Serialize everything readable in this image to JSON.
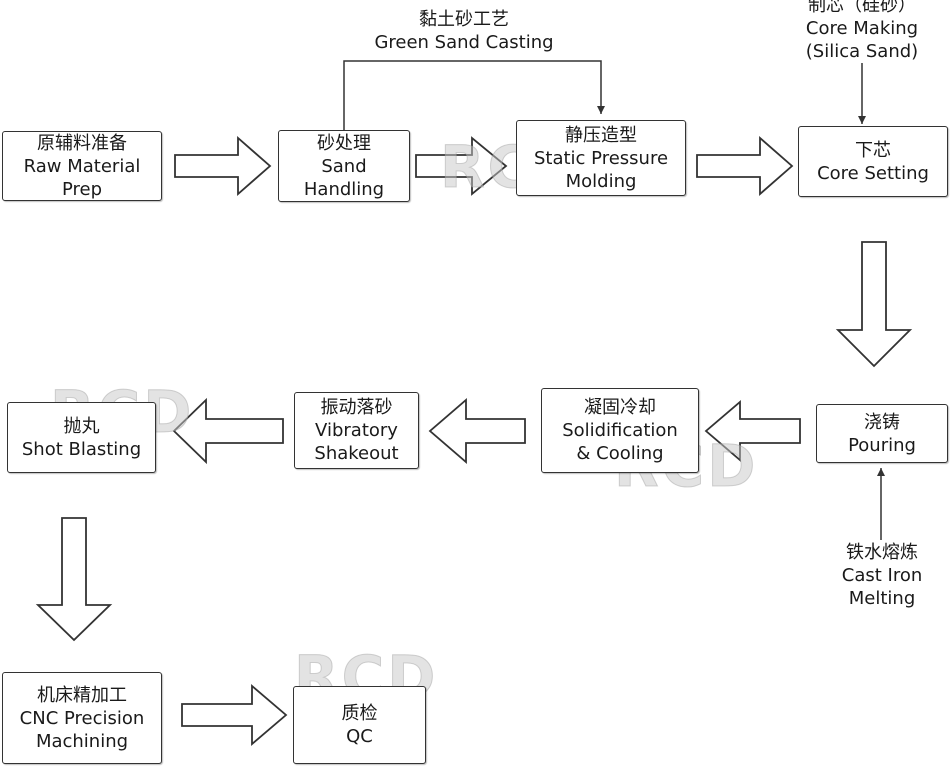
{
  "steps": {
    "raw_material": {
      "zh": "原辅料准备",
      "en1": "Raw Material",
      "en2": "Prep"
    },
    "sand_handling": {
      "zh": "砂处理",
      "en1": "Sand",
      "en2": "Handling"
    },
    "static_pressure": {
      "zh": "静压造型",
      "en1": "Static Pressure",
      "en2": "Molding"
    },
    "core_setting": {
      "zh": "下芯",
      "en1": "Core Setting"
    },
    "pouring": {
      "zh": "浇铸",
      "en1": "Pouring"
    },
    "solidification": {
      "zh": "凝固冷却",
      "en1": "Solidification",
      "en2": "& Cooling"
    },
    "vibratory": {
      "zh": "振动落砂",
      "en1": "Vibratory",
      "en2": "Shakeout"
    },
    "shot_blasting": {
      "zh": "抛丸",
      "en1": "Shot Blasting"
    },
    "cnc": {
      "zh": "机床精加工",
      "en1": "CNC Precision",
      "en2": "Machining"
    },
    "qc": {
      "zh": "质检",
      "en1": "QC"
    }
  },
  "side_labels": {
    "green_sand": {
      "zh": "黏土砂工艺",
      "en": "Green Sand Casting"
    },
    "core_making": {
      "zh": "制芯（硅砂）",
      "en1": "Core Making",
      "en2": "(Silica Sand)"
    },
    "cast_iron": {
      "zh": "铁水熔炼",
      "en1": "Cast Iron",
      "en2": "Melting"
    }
  },
  "watermark": "RCD",
  "colors": {
    "line": "#333333",
    "arrow_fill": "#ffffff",
    "watermark": "#c8c8c8"
  }
}
